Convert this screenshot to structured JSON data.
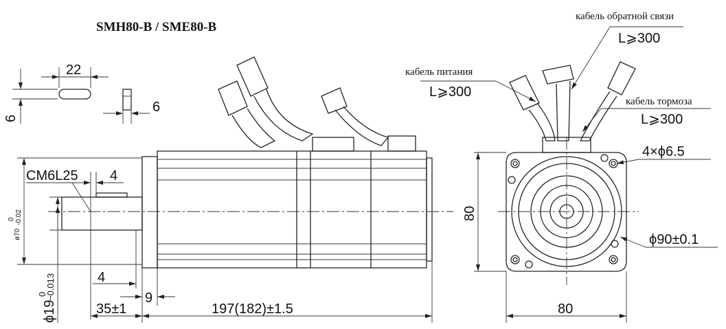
{
  "title": "SMH80-B / SME80-B",
  "cables": {
    "feedback": {
      "label": "кабель обратной связи",
      "length": "L⩾300"
    },
    "power": {
      "label": "кабель питания",
      "length": "L⩾300"
    },
    "brake": {
      "label": "кабель тормоза",
      "length": "L⩾300"
    }
  },
  "key": {
    "length": "22",
    "width": "6",
    "height": "6"
  },
  "shaft": {
    "thread": "CM6L25",
    "key_offset": "4",
    "diameter": "ϕ19",
    "diameter_tol_upper": "0",
    "diameter_tol_lower": "−0.013",
    "shoulder": "4",
    "length": "35±1"
  },
  "flange": {
    "spigot": "ø70",
    "spigot_tol_upper": "0",
    "spigot_tol_lower": "-0.02",
    "thickness": "9"
  },
  "body": {
    "length": "197(182)±1.5"
  },
  "front": {
    "holes": "4×ϕ6.5",
    "pcd": "ϕ90±0.1",
    "height": "80",
    "width": "80"
  }
}
